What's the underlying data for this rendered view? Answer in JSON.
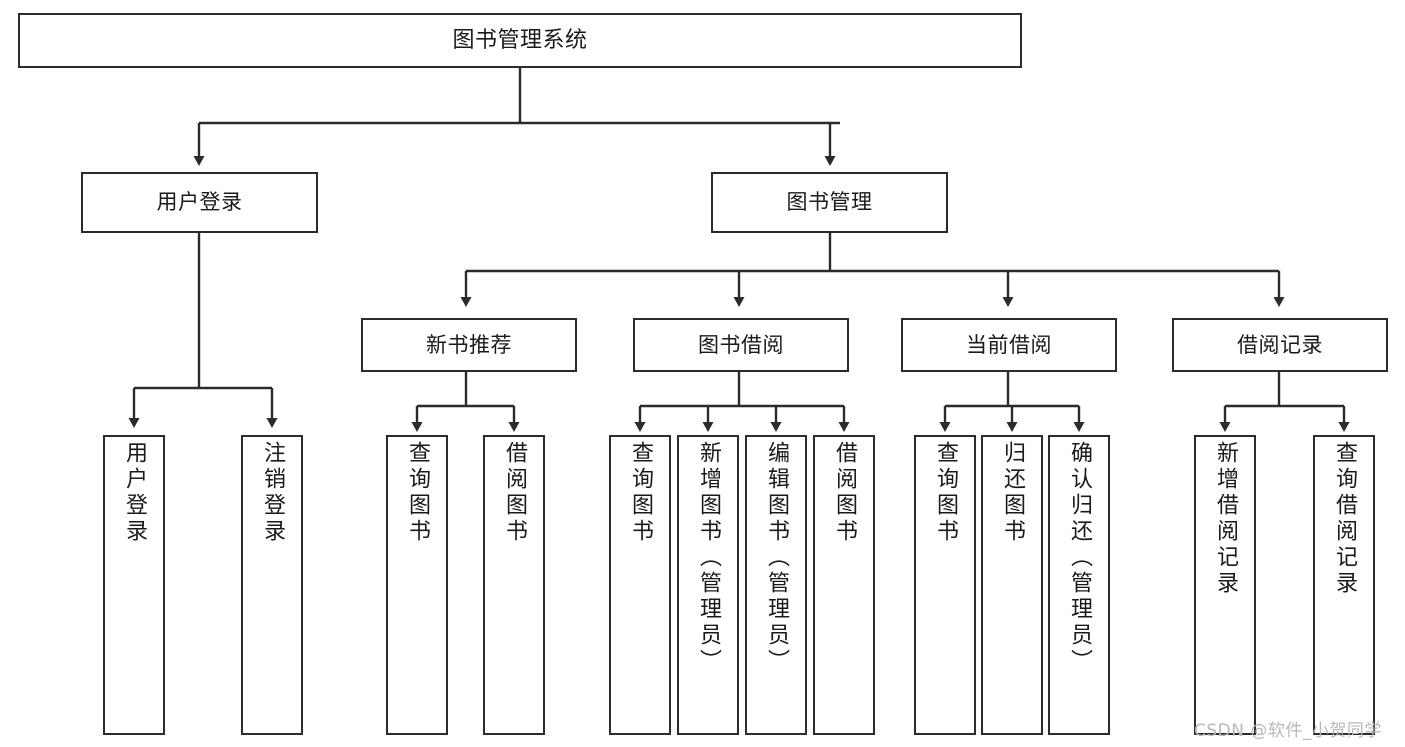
{
  "diagram": {
    "title": "图书管理系统",
    "type": "tree-hierarchy-chart",
    "root": {
      "label": "图书管理系统"
    },
    "level1": [
      {
        "label": "用户登录"
      },
      {
        "label": "图书管理"
      }
    ],
    "level2": [
      {
        "label": "新书推荐"
      },
      {
        "label": "图书借阅"
      },
      {
        "label": "当前借阅"
      },
      {
        "label": "借阅记录"
      }
    ],
    "leaves_user_login": [
      {
        "label": "用户登录"
      },
      {
        "label": "注销登录"
      }
    ],
    "leaves_new_book": [
      {
        "label": "查询图书"
      },
      {
        "label": "借阅图书"
      }
    ],
    "leaves_borrow": [
      {
        "label": "查询图书"
      },
      {
        "label": "新增图书（管理员）"
      },
      {
        "label": "编辑图书（管理员）"
      },
      {
        "label": "借阅图书"
      }
    ],
    "leaves_current": [
      {
        "label": "查询图书"
      },
      {
        "label": "归还图书"
      },
      {
        "label": "确认归还（管理员）"
      }
    ],
    "leaves_records": [
      {
        "label": "新增借阅记录"
      },
      {
        "label": "查询借阅记录"
      }
    ]
  },
  "watermark": {
    "text": "CSDN @软件_小贺同学"
  },
  "colors": {
    "stroke": "#2b2b2b",
    "fill": "#ffffff",
    "text": "#1a1a1a",
    "watermark": "#b8b8b8"
  }
}
